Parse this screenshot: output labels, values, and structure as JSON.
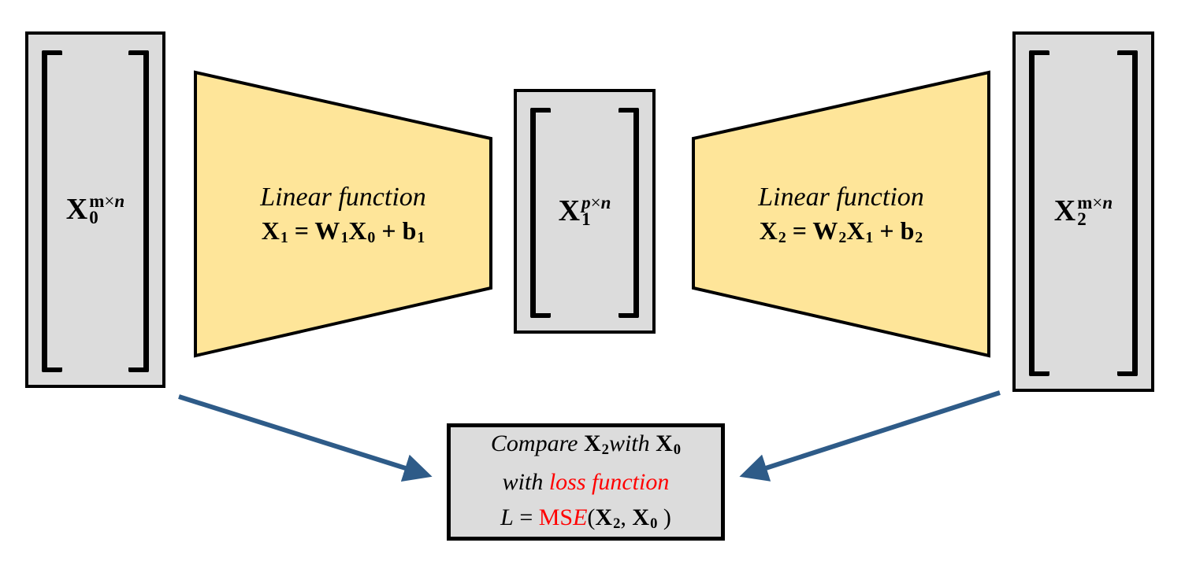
{
  "colors": {
    "matrix_fill": "#dcdcdc",
    "function_fill": "#fee599",
    "arrow_blue": "#2e5b88",
    "highlight_red": "#ff0000",
    "outline": "#000000"
  },
  "input_matrix": {
    "base": "X",
    "sub": "0",
    "sup_row": "m",
    "sup_times": "×",
    "sup_col": "n"
  },
  "latent_matrix": {
    "base": "X",
    "sub": "1",
    "sup_row": "p",
    "sup_times": "×",
    "sup_col": "n"
  },
  "output_matrix": {
    "base": "X",
    "sub": "2",
    "sup_row": "m",
    "sup_times": "×",
    "sup_col": "n"
  },
  "encoder": {
    "label": "Linear function",
    "eq": {
      "lhs": "X",
      "lhs_sub": "1",
      "equals": " = ",
      "w": "W",
      "w_sub": "1",
      "x": "X",
      "x_sub": "0",
      "plus": " + ",
      "b": "b",
      "b_sub": "1"
    }
  },
  "decoder": {
    "label": "Linear function",
    "eq": {
      "lhs": "X",
      "lhs_sub": "2",
      "equals": " = ",
      "w": "W",
      "w_sub": "2",
      "x": "X",
      "x_sub": "1",
      "plus": " + ",
      "b": "b",
      "b_sub": "2"
    }
  },
  "loss_box": {
    "line1": {
      "compare": "Compare ",
      "x2_base": "X",
      "x2_sub": "2",
      "with_word": "with ",
      "x0_base": "X",
      "x0_sub": "0"
    },
    "line2": {
      "with_word": "with ",
      "loss_phrase": "loss function"
    },
    "line3": {
      "l_sym": "L",
      "equals": " = ",
      "mse_roman": "MS",
      "mse_italic": "E",
      "paren_open": "(",
      "x2_base": "X",
      "x2_sub": "2",
      "comma": ", ",
      "x0_base": "X",
      "x0_sub": "0",
      "paren_close": " )"
    }
  }
}
